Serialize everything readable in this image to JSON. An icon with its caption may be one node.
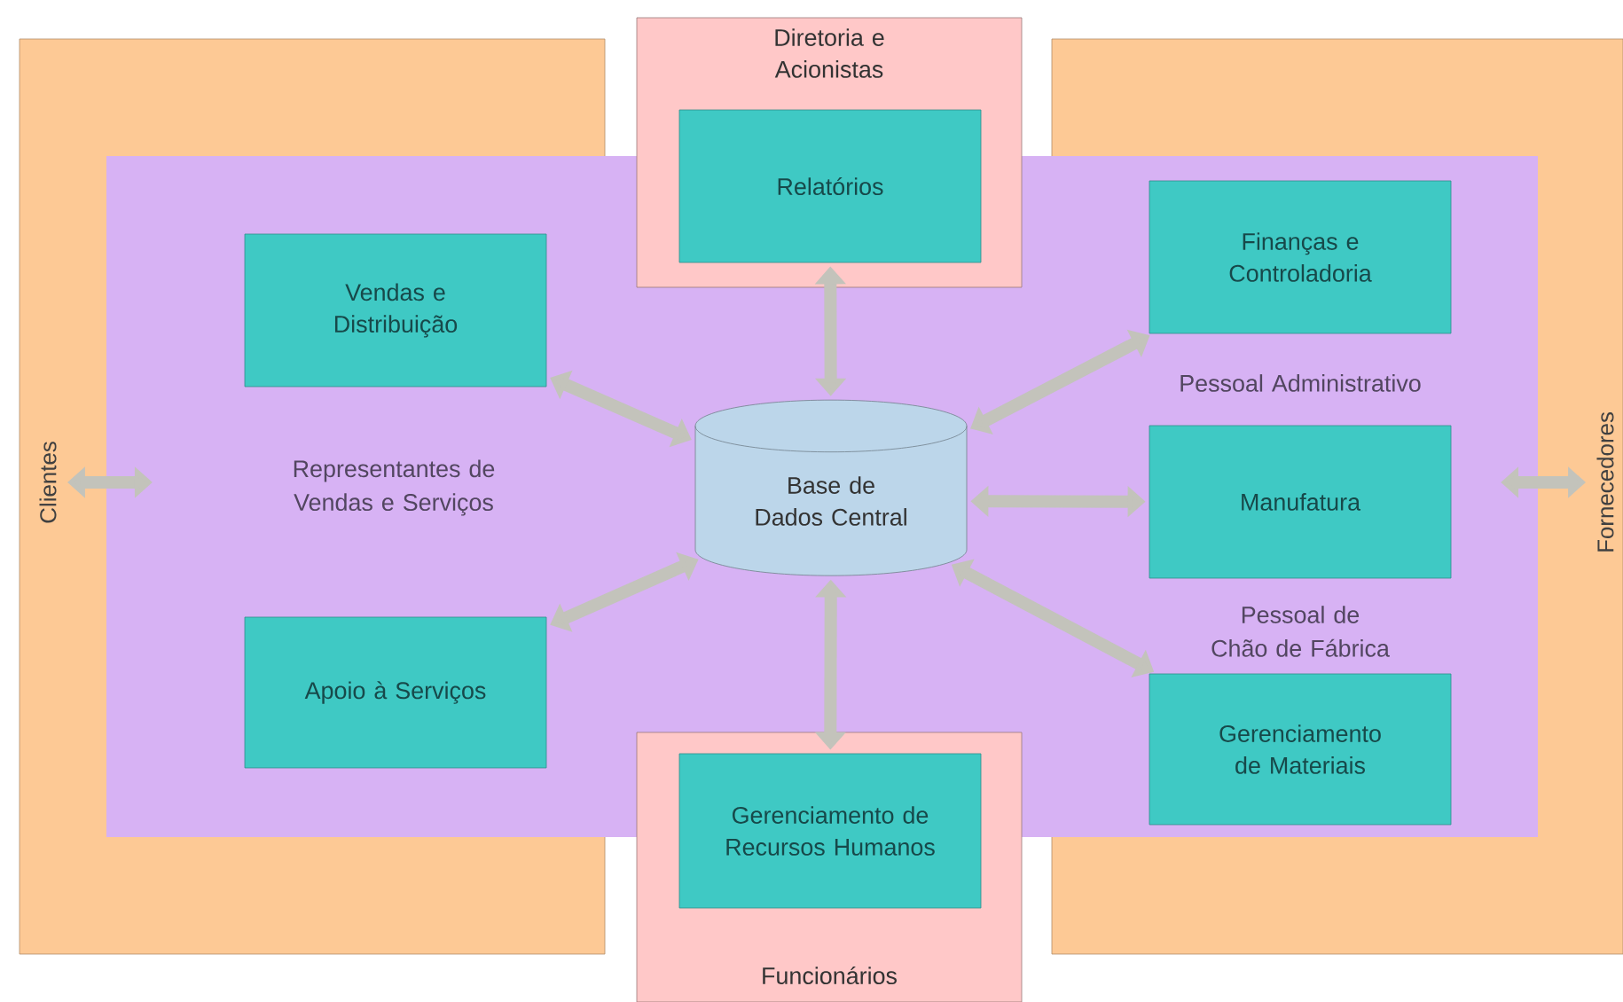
{
  "diagram": {
    "nodes": [
      {
        "text": [
          "Clientes"
        ]
      },
      {
        "text": [
          "Diretoria e Acionistas"
        ]
      },
      {
        "text": [
          "Relatórios"
        ],
        "in": 1
      },
      {
        "text": [
          "Fornecedores"
        ]
      },
      {
        "text": [
          "Vendas e Distribuição"
        ]
      },
      {
        "text": [
          "Finanças e Controladoria"
        ]
      },
      {
        "text": [
          "Base de Dados Central"
        ]
      },
      {
        "text": [
          "Manufatura"
        ]
      },
      {
        "text": [
          "Apoio à Serviços"
        ]
      },
      {
        "text": [
          "Gerenciamento de Materiais"
        ]
      },
      {
        "text": [
          "Funcionários"
        ]
      },
      {
        "text": [
          "Gerenciamento de Recursos Humanos"
        ],
        "in": 10
      }
    ],
    "edges": [
      {
        "from": 0,
        "to": null,
        "arrow": "both"
      },
      {
        "from": 6,
        "to": 2,
        "arrow": "both"
      },
      {
        "from": 6,
        "to": 4,
        "arrow": "both"
      },
      {
        "from": 6,
        "to": 5,
        "arrow": "both"
      },
      {
        "from": 6,
        "to": 7,
        "arrow": "both"
      },
      {
        "from": 3,
        "to": null,
        "arrow": "both"
      },
      {
        "from": 6,
        "to": 8,
        "arrow": "both"
      },
      {
        "from": 6,
        "to": 9,
        "arrow": "both"
      },
      {
        "from": 6,
        "to": 11,
        "arrow": "both"
      }
    ],
    "labels": [
      "Representantes de Vendas e Serviços",
      "Pessoal Administrativo",
      "Pessoal de Chão de Fábrica"
    ]
  }
}
